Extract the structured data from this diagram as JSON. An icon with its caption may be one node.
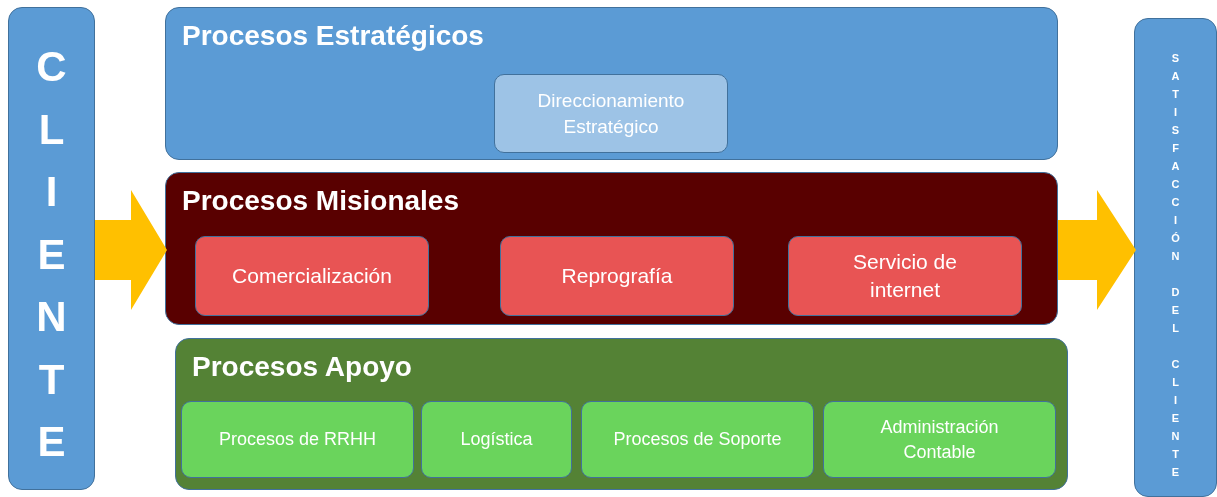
{
  "diagram": {
    "nodes": [
      {
        "text": [
          "CLIENTE"
        ]
      },
      {
        "text": [
          "Procesos Estratégicos"
        ]
      },
      {
        "text": [
          "Direccionamiento Estratégico"
        ],
        "in": 1
      },
      {
        "text": [
          "Procesos Misionales"
        ]
      },
      {
        "text": [
          "Comercialización"
        ],
        "in": 3
      },
      {
        "text": [
          "Reprografía"
        ],
        "in": 3
      },
      {
        "text": [
          "Servicio de internet"
        ],
        "in": 3
      },
      {
        "text": [
          "Procesos Apoyo"
        ]
      },
      {
        "text": [
          "Procesos de RRHH"
        ],
        "in": 7
      },
      {
        "text": [
          "Logística"
        ],
        "in": 7
      },
      {
        "text": [
          "Procesos de Soporte"
        ],
        "in": 7
      },
      {
        "text": [
          "Administración Contable"
        ],
        "in": 7
      },
      {
        "text": [
          "SATISFACCIÓN DEL CLIENTE"
        ]
      }
    ],
    "edges": [
      {
        "from": 0,
        "to": 3,
        "arrow": "to"
      },
      {
        "from": 3,
        "to": 12,
        "arrow": "to"
      }
    ]
  }
}
